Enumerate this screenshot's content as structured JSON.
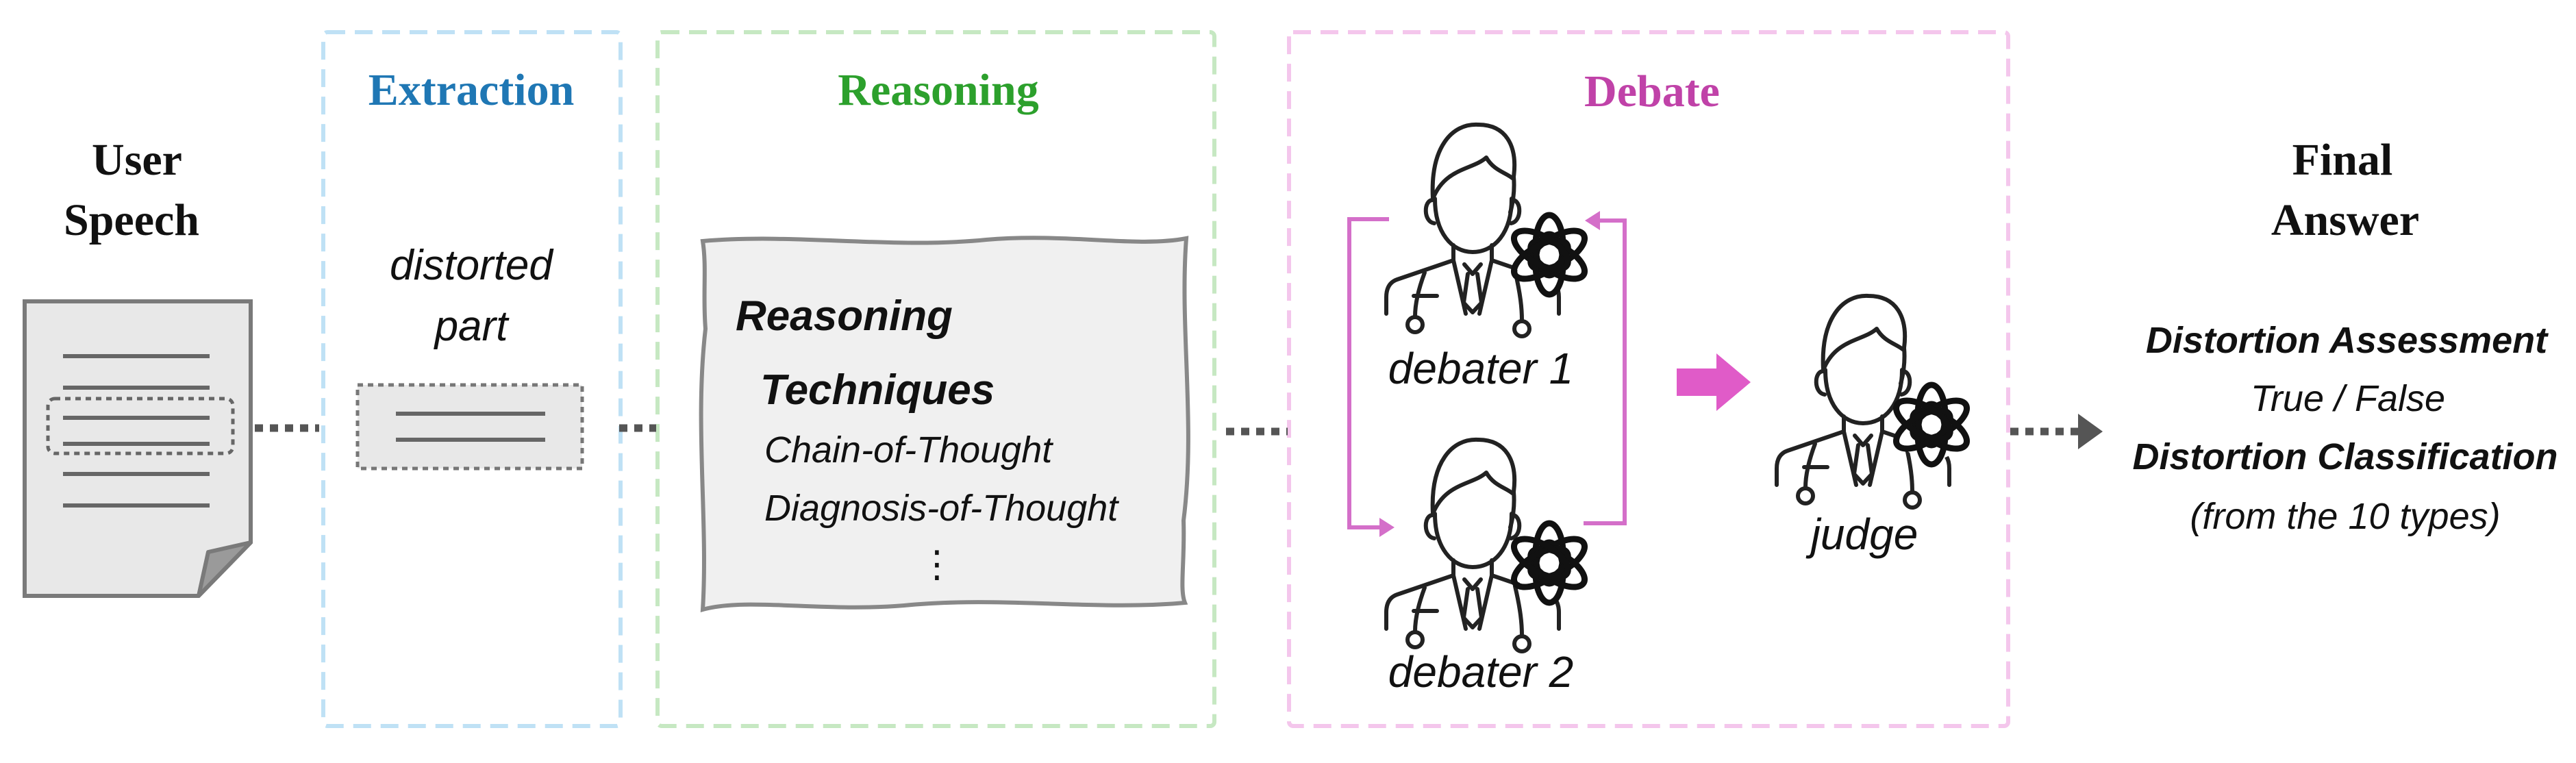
{
  "colors": {
    "extraction": "#1f77b4",
    "reasoning": "#2ca02c",
    "debate": "#c042a8",
    "extraction_border": "#bfe1f5",
    "reasoning_border": "#c6e8c2",
    "debate_border": "#f4c6ec",
    "debate_arrow": "#d46fc9",
    "connector": "#555555"
  },
  "input": {
    "title_line1": "User",
    "title_line2": "Speech",
    "icon": "document-icon"
  },
  "extraction": {
    "title": "Extraction",
    "label_line1": "distorted",
    "label_line2": "part"
  },
  "reasoning": {
    "title": "Reasoning",
    "card_title_line1": "Reasoning",
    "card_title_line2": "Techniques",
    "techniques": [
      "Chain-of-Thought",
      "Diagnosis-of-Thought"
    ],
    "more": "⋮"
  },
  "debate": {
    "title": "Debate",
    "debater1": "debater 1",
    "debater2": "debater 2",
    "judge": "judge",
    "agent_icon": "doctor-icon",
    "model_icon": "openai-logo-icon"
  },
  "output": {
    "title_line1": "Final",
    "title_line2": "Answer",
    "assessment_title": "Distortion Assessment",
    "assessment_value": "True / False",
    "classification_title": "Distortion Classification",
    "classification_value": "(from the 10 types)"
  }
}
